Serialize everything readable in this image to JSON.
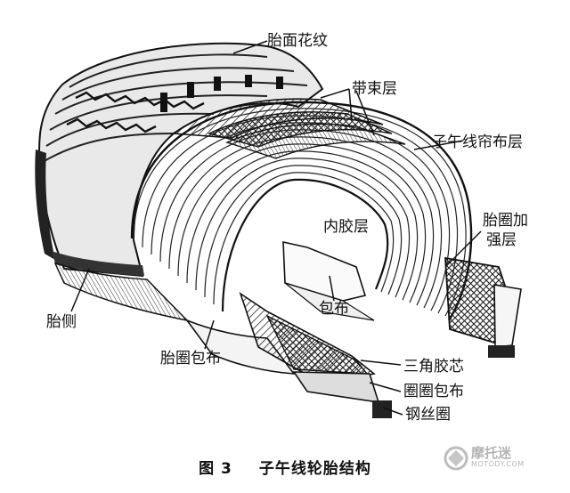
{
  "labels": {
    "tread": "胎面花纹",
    "belt": "带束层",
    "radial_ply": "子午线帘布层",
    "inner_liner": "内胶层",
    "bead_reinforcement_l1": "胎圈加",
    "bead_reinforcement_l2": "强层",
    "chafer_wrap": "包布",
    "sidewall": "胎侧",
    "bead_wrap": "胎圈包布",
    "apex": "三角胶芯",
    "bead_wrap_2": "圈圈包布",
    "bead_wire": "钢丝圈"
  },
  "caption": {
    "figure": "图 3",
    "title": "子午线轮胎结构"
  },
  "watermark": {
    "name": "摩托迷",
    "domain": "MOTODY.COM"
  }
}
